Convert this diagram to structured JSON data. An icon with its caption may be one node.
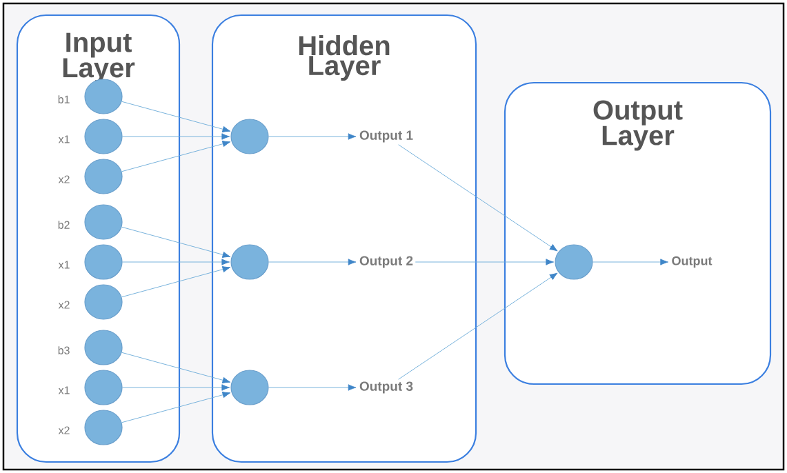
{
  "diagram": {
    "nodes": [
      {
        "text": [
          "Input Layer"
        ]
      },
      {
        "text": [],
        "shape": "circle",
        "beside": [
          "b1"
        ],
        "in": 0
      },
      {
        "text": [],
        "shape": "circle",
        "beside": [
          "x1"
        ],
        "in": 0
      },
      {
        "text": [],
        "shape": "circle",
        "beside": [
          "x2"
        ],
        "in": 0
      },
      {
        "text": [],
        "shape": "circle",
        "beside": [
          "b2"
        ],
        "in": 0
      },
      {
        "text": [],
        "shape": "circle",
        "beside": [
          "x1"
        ],
        "in": 0
      },
      {
        "text": [],
        "shape": "circle",
        "beside": [
          "x2"
        ],
        "in": 0
      },
      {
        "text": [],
        "shape": "circle",
        "beside": [
          "b3"
        ],
        "in": 0
      },
      {
        "text": [],
        "shape": "circle",
        "beside": [
          "x1"
        ],
        "in": 0
      },
      {
        "text": [],
        "shape": "circle",
        "beside": [
          "x2"
        ],
        "in": 0
      },
      {
        "text": [
          "Hidden Layer"
        ]
      },
      {
        "text": [],
        "shape": "circle",
        "in": 10
      },
      {
        "text": [],
        "shape": "circle",
        "in": 10
      },
      {
        "text": [],
        "shape": "circle",
        "in": 10
      },
      {
        "text": [
          "Output 1"
        ],
        "in": 10
      },
      {
        "text": [
          "Output 2"
        ],
        "in": 10
      },
      {
        "text": [
          "Output 3"
        ],
        "in": 10
      },
      {
        "text": [
          "Output Layer"
        ]
      },
      {
        "text": [],
        "shape": "circle",
        "in": 17
      },
      {
        "text": [
          "Output"
        ],
        "in": 17
      }
    ],
    "edges": [
      {
        "from": 1,
        "to": 11,
        "arrow": "to"
      },
      {
        "from": 2,
        "to": 11,
        "arrow": "to"
      },
      {
        "from": 3,
        "to": 11,
        "arrow": "to"
      },
      {
        "from": 4,
        "to": 12,
        "arrow": "to"
      },
      {
        "from": 5,
        "to": 12,
        "arrow": "to"
      },
      {
        "from": 6,
        "to": 12,
        "arrow": "to"
      },
      {
        "from": 7,
        "to": 13,
        "arrow": "to"
      },
      {
        "from": 8,
        "to": 13,
        "arrow": "to"
      },
      {
        "from": 9,
        "to": 13,
        "arrow": "to"
      },
      {
        "from": 11,
        "to": 14,
        "arrow": "to"
      },
      {
        "from": 12,
        "to": 15,
        "arrow": "to"
      },
      {
        "from": 13,
        "to": 16,
        "arrow": "to"
      },
      {
        "from": 14,
        "to": 18,
        "arrow": "to"
      },
      {
        "from": 15,
        "to": 18,
        "arrow": "to"
      },
      {
        "from": 16,
        "to": 18,
        "arrow": "to"
      },
      {
        "from": 18,
        "to": 19,
        "arrow": "to"
      }
    ]
  }
}
